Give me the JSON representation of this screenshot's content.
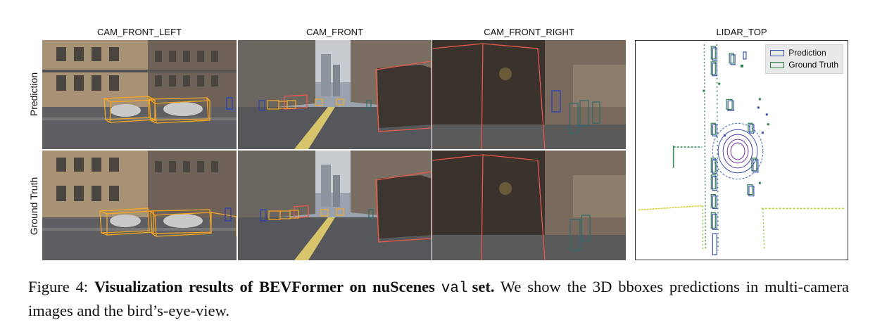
{
  "figure": {
    "column_titles": [
      "CAM_FRONT_LEFT",
      "CAM_FRONT",
      "CAM_FRONT_RIGHT",
      "LIDAR_TOP"
    ],
    "row_labels": [
      "Prediction",
      "Ground Truth"
    ],
    "legend": {
      "prediction_label": "Prediction",
      "ground_truth_label": "Ground Truth",
      "prediction_color": "#3a4fb0",
      "ground_truth_color": "#2e7d4a"
    },
    "box_colors": {
      "car": "#f5a623",
      "truck": "#e8584a",
      "pedestrian": "#2f3fb8",
      "barrier": "#2e6b6b"
    }
  },
  "caption": {
    "prefix": "Figure 4:",
    "bold": "Visualization results of BEVFormer on nuScenes",
    "code": "val",
    "bold_end": "set.",
    "rest": "We show the 3D bboxes predictions in multi-camera images and the bird’s-eye-view."
  }
}
